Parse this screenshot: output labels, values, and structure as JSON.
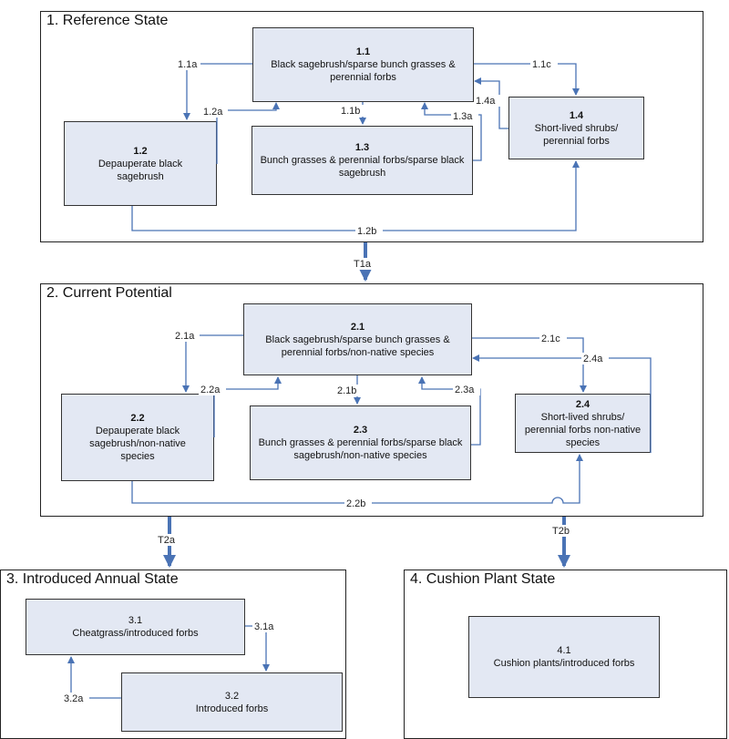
{
  "states": {
    "s1": {
      "title": "1. Reference State"
    },
    "s2": {
      "title": "2. Current Potential"
    },
    "s3": {
      "title": "3. Introduced Annual State"
    },
    "s4": {
      "title": "4. Cushion Plant State"
    }
  },
  "communities": {
    "c11": {
      "id": "1.1",
      "text": "Black sagebrush/sparse bunch grasses & perennial forbs"
    },
    "c12": {
      "id": "1.2",
      "text": "Depauperate black sagebrush"
    },
    "c13": {
      "id": "1.3",
      "text": "Bunch grasses & perennial forbs/sparse black sagebrush"
    },
    "c14": {
      "id": "1.4",
      "text": "Short-lived shrubs/ perennial forbs"
    },
    "c21": {
      "id": "2.1",
      "text": "Black sagebrush/sparse bunch grasses & perennial forbs/non-native species"
    },
    "c22": {
      "id": "2.2",
      "text": "Depauperate black sagebrush/non-native species"
    },
    "c23": {
      "id": "2.3",
      "text": "Bunch grasses & perennial forbs/sparse black sagebrush/non-native species"
    },
    "c24": {
      "id": "2.4",
      "text": "Short-lived shrubs/ perennial forbs non-native species"
    },
    "c31": {
      "id": "3.1",
      "text": "Cheatgrass/introduced forbs"
    },
    "c32": {
      "id": "3.2",
      "text": "Introduced forbs"
    },
    "c41": {
      "id": "4.1",
      "text": "Cushion plants/introduced forbs"
    }
  },
  "pathways": {
    "p11a": "1.1a",
    "p12a": "1.2a",
    "p11b": "1.1b",
    "p13a": "1.3a",
    "p11c": "1.1c",
    "p14a": "1.4a",
    "p12b": "1.2b",
    "p21a": "2.1a",
    "p22a": "2.2a",
    "p21b": "2.1b",
    "p23a": "2.3a",
    "p21c": "2.1c",
    "p24a": "2.4a",
    "p22b": "2.2b",
    "p31a": "3.1a",
    "p32a": "3.2a"
  },
  "transitions": {
    "t1a": "T1a",
    "t2a": "T2a",
    "t2b": "T2b"
  },
  "colors": {
    "arrow": "#4a73b5",
    "box_fill": "#e3e8f3",
    "border": "#222222"
  }
}
